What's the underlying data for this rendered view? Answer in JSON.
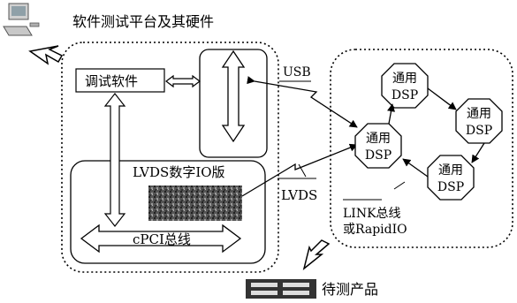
{
  "title": "软件测试平台及其硬件",
  "debug_software": "调试软件",
  "lvds_board": "LVDS数字IO版",
  "cpci_bus": "cPCI总线",
  "usb": "USB",
  "lvds": "LVDS",
  "link_line1": "LINK总线",
  "link_line2": "或RapidIO",
  "dsp_top": "通用",
  "dsp_bottom": "DSP",
  "product_under_test": "待测产品"
}
